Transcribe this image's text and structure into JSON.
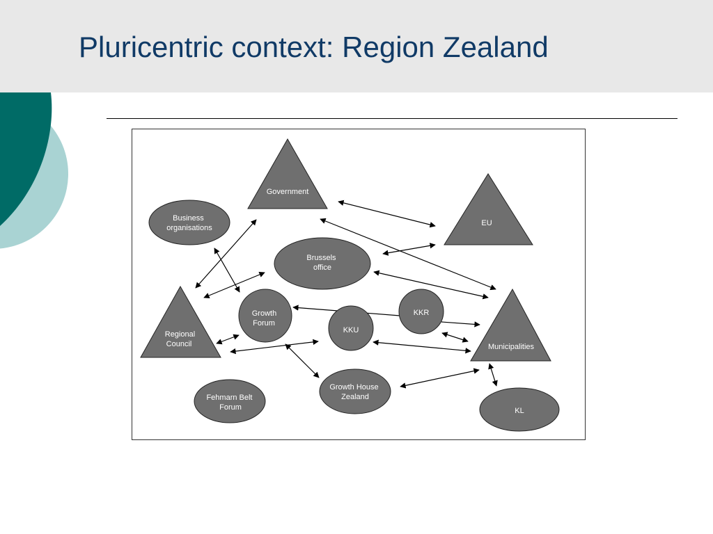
{
  "slide": {
    "title": "Pluricentric context: Region Zealand",
    "colors": {
      "title": "#103a66",
      "header_band": "#e8e8e8",
      "deco_dark": "#006b66",
      "deco_light": "#a9d3d3",
      "node_fill": "#6f6f6f"
    }
  },
  "diagram": {
    "nodes": {
      "government": [
        "Government"
      ],
      "eu": [
        "EU"
      ],
      "business": [
        "Business",
        "organisations"
      ],
      "brussels": [
        "Brussels",
        "office"
      ],
      "regional": [
        "Regional",
        "Council"
      ],
      "growth_forum": [
        "Growth",
        "Forum"
      ],
      "kkr": [
        "KKR"
      ],
      "kku": [
        "KKU"
      ],
      "municipalities": [
        "Municipalities"
      ],
      "growth_house": [
        "Growth House",
        "Zealand"
      ],
      "fehmarn": [
        "Fehmarn Belt",
        "Forum"
      ],
      "kl": [
        "KL"
      ]
    }
  }
}
